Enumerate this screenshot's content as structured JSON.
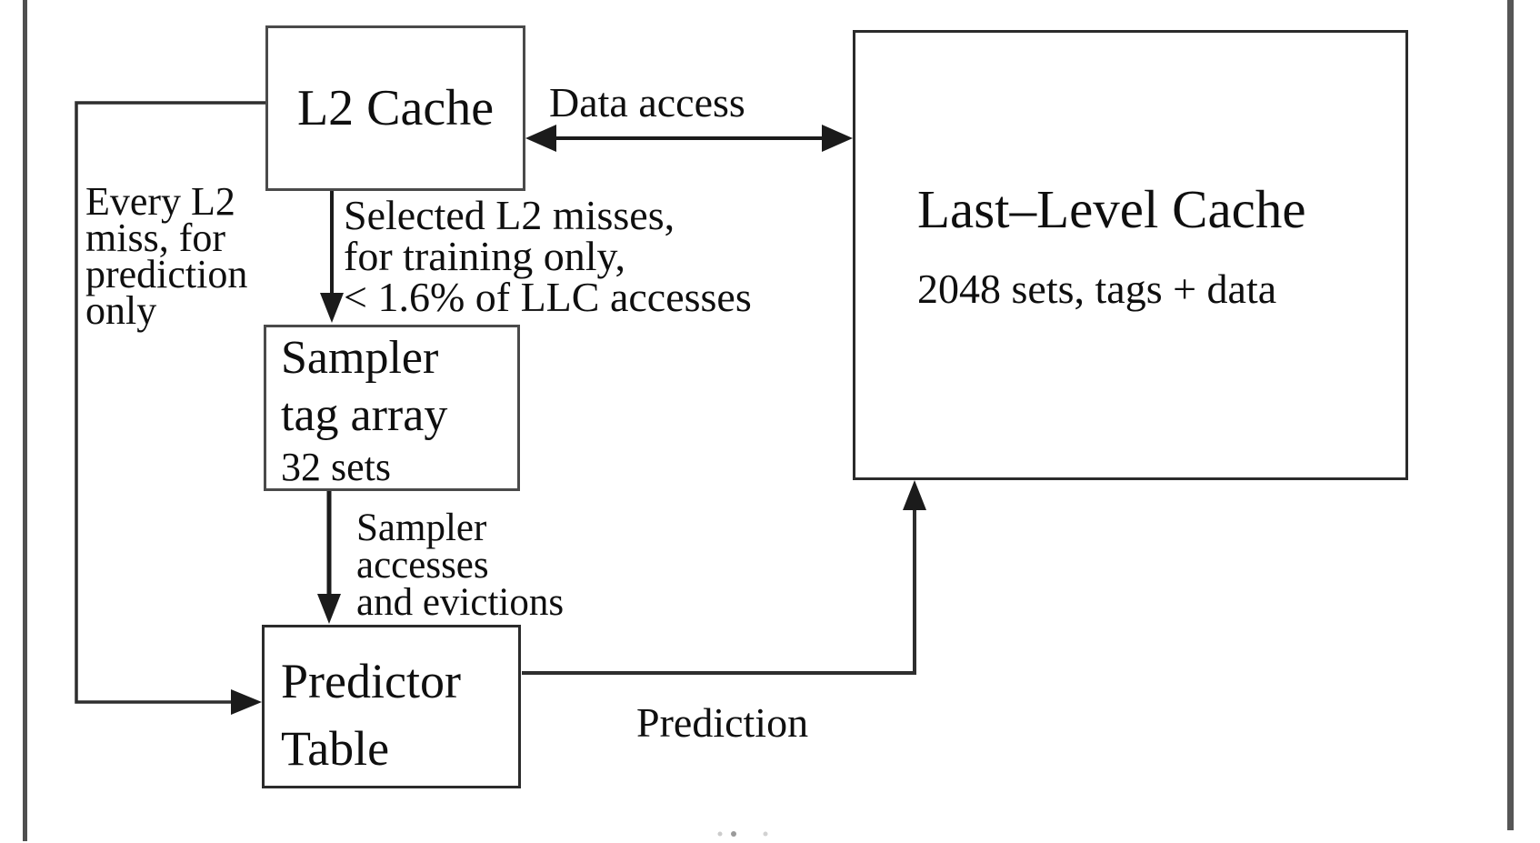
{
  "diagram": {
    "nodes": {
      "l2_cache": {
        "title": "L2 Cache"
      },
      "last_level_cache": {
        "title": "Last–Level Cache",
        "subtitle": "2048 sets, tags + data"
      },
      "sampler_tag_array": {
        "line1": "Sampler",
        "line2": "tag array",
        "line3": "32 sets"
      },
      "predictor_table": {
        "line1": "Predictor",
        "line2": "Table"
      }
    },
    "edge_labels": {
      "data_access": "Data access",
      "every_l2_miss": [
        "Every L2",
        "miss, for",
        "prediction",
        "only"
      ],
      "selected_l2_misses": [
        "Selected L2 misses,",
        "for training only,",
        "< 1.6% of LLC accesses"
      ],
      "sampler_accesses": [
        "Sampler",
        "accesses",
        "and evictions"
      ],
      "prediction": "Prediction"
    },
    "colors": {
      "arrow_line": "#1b1b1b",
      "box_border_dark": "#2b2b2b",
      "box_border_gray": "#4a4a4a",
      "text": "#0f0f0f",
      "page_frame": "#4f4f4f"
    }
  }
}
